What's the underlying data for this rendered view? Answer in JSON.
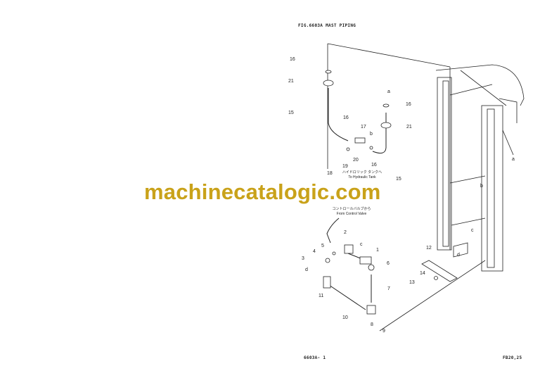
{
  "figure_title": "FIG.6603A MAST PIPING",
  "footer": {
    "page_code": "6603A- 1",
    "model": "FB20,25"
  },
  "notes": {
    "to_tank_jp": "ハイドロリック タンクへ",
    "to_tank_en": "To Hydraulic Tank",
    "from_valve_jp": "コントロールバルブから",
    "from_valve_en": "From Control Valve"
  },
  "watermark": "machinecatalogic.com",
  "callouts": [
    "16",
    "21",
    "15",
    "16",
    "17",
    "b",
    "20",
    "19",
    "18",
    "16",
    "15",
    "a",
    "16",
    "21",
    "a",
    "b",
    "c",
    "d",
    "c",
    "2",
    "5",
    "4",
    "3",
    "1",
    "6",
    "7",
    "d",
    "11",
    "10",
    "8",
    "9",
    "12",
    "14",
    "13"
  ],
  "colors": {
    "watermark": "#c9a21a",
    "line": "#222222"
  }
}
